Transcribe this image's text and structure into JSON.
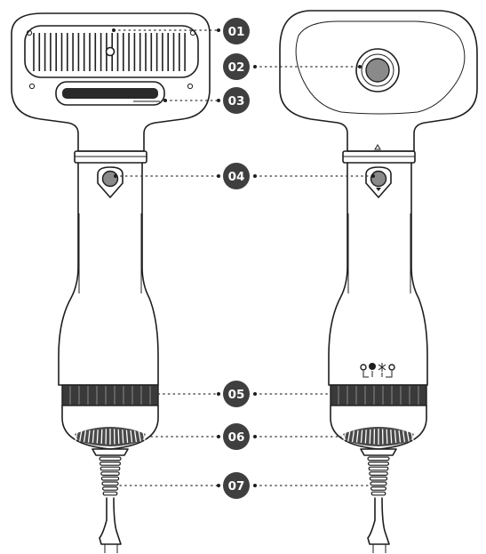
{
  "callouts": [
    {
      "id": "c01",
      "label": "01"
    },
    {
      "id": "c02",
      "label": "02"
    },
    {
      "id": "c03",
      "label": "03"
    },
    {
      "id": "c04",
      "label": "04"
    },
    {
      "id": "c05",
      "label": "05"
    },
    {
      "id": "c06",
      "label": "06"
    },
    {
      "id": "c07",
      "label": "07"
    }
  ],
  "views": [
    "front-view",
    "back-view"
  ],
  "colors": {
    "line": "#1e1e1e",
    "badge": "#3f3f3f",
    "background": "#ffffff"
  }
}
